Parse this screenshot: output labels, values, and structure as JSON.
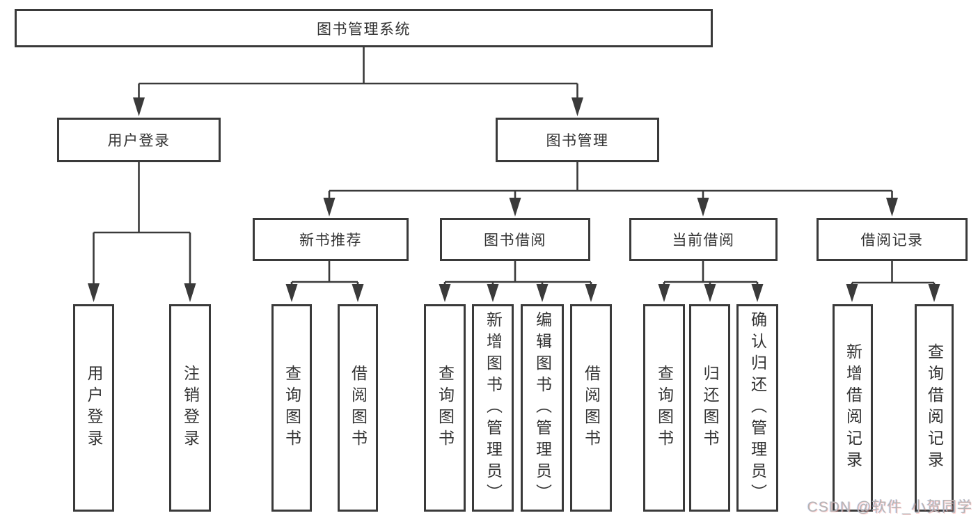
{
  "diagram": {
    "root": {
      "label": "图书管理系统"
    },
    "level2": [
      {
        "label": "用户登录"
      },
      {
        "label": "图书管理"
      }
    ],
    "level3": [
      {
        "label": "新书推荐"
      },
      {
        "label": "图书借阅"
      },
      {
        "label": "当前借阅"
      },
      {
        "label": "借阅记录"
      }
    ],
    "leaves": [
      {
        "label": "用户登录"
      },
      {
        "label": "注销登录"
      },
      {
        "label": "查询图书"
      },
      {
        "label": "借阅图书"
      },
      {
        "label": "查询图书"
      },
      {
        "label": "新增图书（管理员）"
      },
      {
        "label": "编辑图书（管理员）"
      },
      {
        "label": "借阅图书"
      },
      {
        "label": "查询图书"
      },
      {
        "label": "归还图书"
      },
      {
        "label": "确认归还（管理员）"
      },
      {
        "label": "新增借阅记录"
      },
      {
        "label": "查询借阅记录"
      }
    ]
  },
  "watermark": {
    "text": "CSDN @软件_小贺同学"
  },
  "colors": {
    "line": "#3a3a3a",
    "text": "#333333",
    "watermark": "#b4b4b4",
    "background": "#ffffff"
  }
}
